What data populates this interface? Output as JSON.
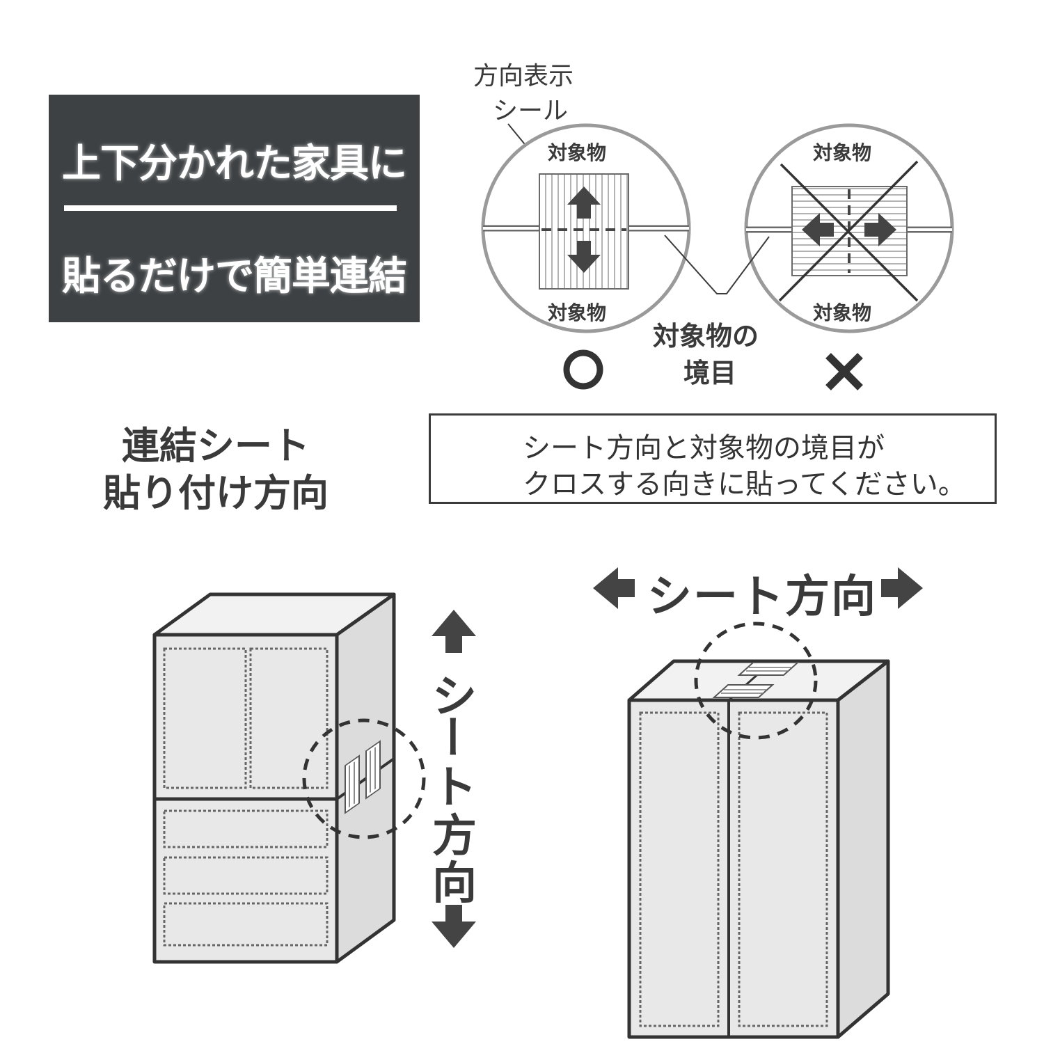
{
  "title": {
    "line1": "上下分かれた家具に",
    "line2": "貼るだけで簡単連結"
  },
  "direction_heading": {
    "line1": "連結シート",
    "line2": "貼り付け方向"
  },
  "sticker_label": {
    "line1": "方向表示",
    "line2": "シール"
  },
  "object_label": "対象物",
  "boundary_label": {
    "line1": "対象物の",
    "line2": "境目"
  },
  "marks": {
    "ok": "○",
    "ng": "×"
  },
  "warning": {
    "line1": "シート方向と対象物の境目が",
    "line2": "クロスする向きに貼ってください。"
  },
  "sheet_direction": {
    "text": "シート方向",
    "chars": [
      "シ",
      "ー",
      "ト",
      "方",
      "向"
    ]
  },
  "colors": {
    "title_bg": "#3d4143",
    "line": "#3a3a3a",
    "fill": "#e8e8e8"
  }
}
